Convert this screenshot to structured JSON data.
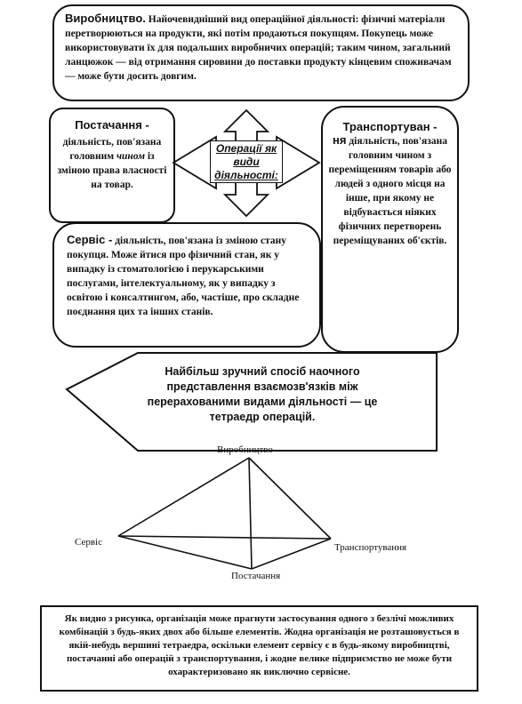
{
  "production": {
    "title": "Виробництво.",
    "text": "Найочевидніший вид операційної діяльності: фізичні матеріали перетворюються на продукти, які потім продаються покупцям. Покупець може використовувати їх для подальших виробничих операцій; таким чином, загальний ланцюжок — від отримання сировини до поставки продукту кінцевим споживачам — може бути досить довгим."
  },
  "supply": {
    "title": "Постачання -",
    "text_before": "діяльність, пов'язана головним ",
    "text_italic": "чином",
    "text_after": " із зміною права власності на товар."
  },
  "center_label": {
    "line1": "Операції як",
    "line2": "види",
    "line3": "діяльності:"
  },
  "transport": {
    "title_part1": "Транспортуван -",
    "title_part2": "ня",
    "text_inline": "діяльність,",
    "text": "пов'язана головним чином з переміщенням товарів або людей з одного місця на інше, при якому не відбувається ніяких фізичних перетворень переміщуваних об'єктів."
  },
  "service": {
    "title": "Сервіс -",
    "text_inline": "діяльність, пов'язана із зміною стану",
    "text": "покупця. Може йтися про фізичний стан, як у випадку із стоматологією і перукарськими послугами, інтелектуальному, як у випадку з освітою і консалтингом, або, частіше, про складне поєднання цих та інших станів."
  },
  "callout": {
    "text": "Найбільш зручний спосіб наочного представлення взаємозв'язків між перерахованими видами діяльності — це тетраедр операцій."
  },
  "tetrahedron": {
    "top": "Виробництво",
    "left": "Сервіс",
    "right": "Транспортування",
    "bottom": "Постачання"
  },
  "conclusion": {
    "text": "Як видно з рисунка, організація може прагнути застосування одного з безлічі можливих комбінацій з будь-яких двох або більше елементів. Жодна організація не розташовується в якій-небудь вершині тетраедра, оскільки елемент сервісу є в будь-якому виробництві, постачанні або операцій з транспортування, і жодне велике підприємство не може бути охарактеризовано як виключно сервісне."
  }
}
